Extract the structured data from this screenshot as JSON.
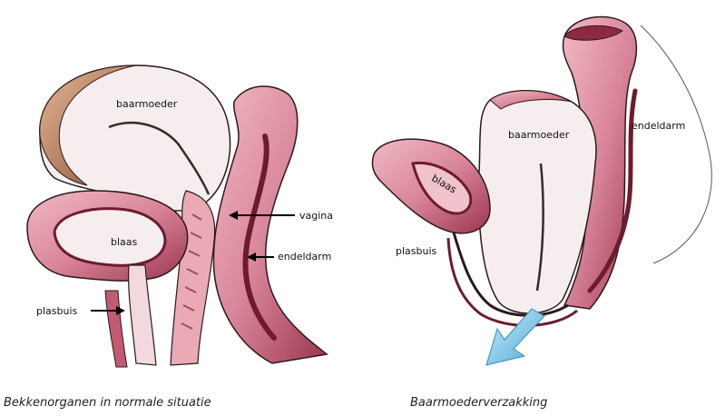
{
  "left_diagram": {
    "caption": "Bekkenorganen in normale situatie",
    "labels": {
      "uterus": "baarmoeder",
      "bladder": "blaas",
      "vagina": "vagina",
      "rectum": "endeldarm",
      "urethra": "plasbuis"
    }
  },
  "right_diagram": {
    "caption": "Baarmoederverzakking",
    "labels": {
      "uterus": "baarmoeder",
      "bladder": "blaas",
      "rectum": "endeldarm",
      "urethra": "plasbuis"
    }
  },
  "colors": {
    "tissue_pink": "#d9869a",
    "tissue_dark": "#8c2a40",
    "tissue_light": "#f4e3e6",
    "muscle_brown": "#b57a5a",
    "outline": "#2b1a1a",
    "arrow_blue": "#7ec8e8"
  }
}
